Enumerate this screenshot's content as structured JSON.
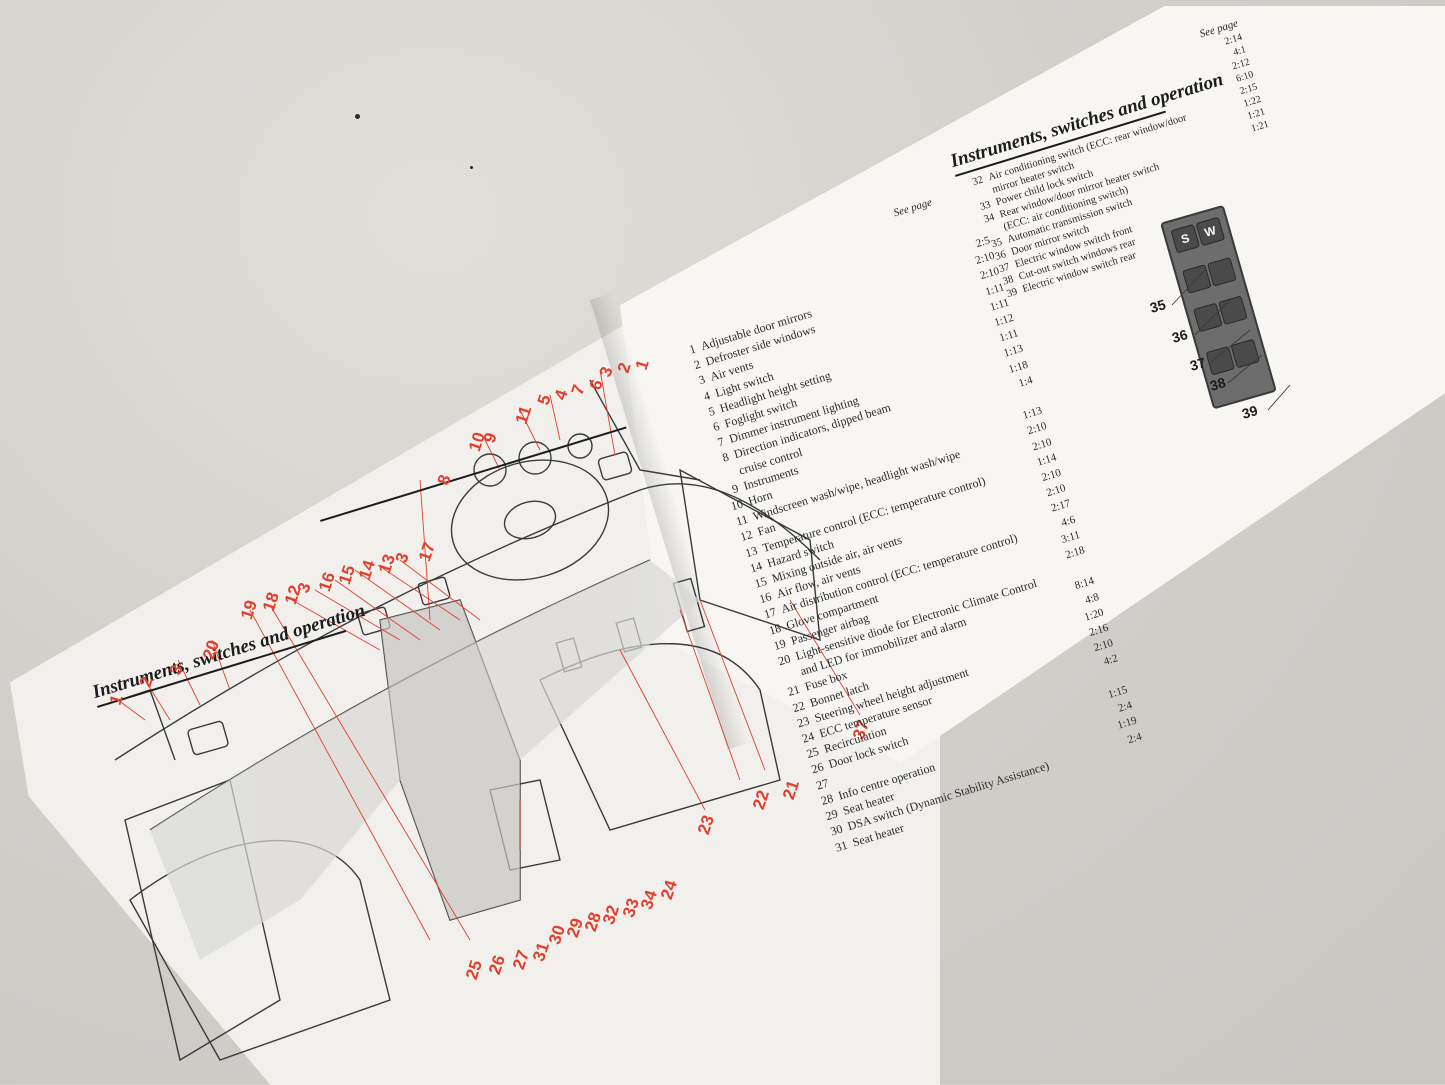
{
  "image": {
    "subject": "Open Volvo owner's manual showing an interior line drawing with numbered callouts and a legend of instruments, switches and controls"
  },
  "left_page": {
    "heading": "Instruments, switches and operation",
    "callouts_top": [
      "19",
      "18",
      "12",
      "3",
      "16",
      "15",
      "14",
      "13",
      "3",
      "17",
      "8",
      "10",
      "9",
      "11",
      "5",
      "4",
      "7",
      "6",
      "3",
      "2",
      "1",
      "20",
      "3",
      "2",
      "1"
    ],
    "callouts_bottom": [
      "25",
      "26",
      "27",
      "31",
      "30",
      "29",
      "28",
      "32",
      "33",
      "34",
      "24",
      "23",
      "22",
      "21",
      "37"
    ],
    "callout_color": "#e2402e"
  },
  "right_page": {
    "heading": "Instruments, switches and operation",
    "see_page_label": "See page",
    "legend": [
      {
        "num": "1",
        "label": "Adjustable door mirrors",
        "page": "2:5"
      },
      {
        "num": "2",
        "label": "Defroster side windows",
        "page": "2:10"
      },
      {
        "num": "3",
        "label": "Air vents",
        "page": "2:10"
      },
      {
        "num": "4",
        "label": "Light switch",
        "page": "1:11"
      },
      {
        "num": "5",
        "label": "Headlight height setting",
        "page": "1:11"
      },
      {
        "num": "6",
        "label": "Foglight switch",
        "page": "1:12"
      },
      {
        "num": "7",
        "label": "Dimmer instrument lighting",
        "page": "1:11"
      },
      {
        "num": "8",
        "label": "Direction indicators, dipped beam",
        "page": "1:13"
      },
      {
        "num": "",
        "label": "cruise control",
        "page": "1:18"
      },
      {
        "num": "9",
        "label": "Instruments",
        "page": "1:4"
      },
      {
        "num": "10",
        "label": "Horn",
        "page": ""
      },
      {
        "num": "11",
        "label": "Windscreen wash/wipe, headlight wash/wipe",
        "page": "1:13"
      },
      {
        "num": "12",
        "label": "Fan",
        "page": "2:10"
      },
      {
        "num": "13",
        "label": "Temperature control (ECC: temperature control)",
        "page": "2:10"
      },
      {
        "num": "14",
        "label": "Hazard switch",
        "page": "1:14"
      },
      {
        "num": "15",
        "label": "Mixing outside air, air vents",
        "page": "2:10"
      },
      {
        "num": "16",
        "label": "Air flow, air vents",
        "page": "2:10"
      },
      {
        "num": "17",
        "label": "Air distribution control (ECC: temperature control)",
        "page": "2:17"
      },
      {
        "num": "18",
        "label": "Glove compartment",
        "page": "4:6"
      },
      {
        "num": "19",
        "label": "Passenger airbag",
        "page": "3:11"
      },
      {
        "num": "20",
        "label": "Light-sensitive diode for Electronic Climate Control",
        "page": "2:18"
      },
      {
        "num": "",
        "label": "and LED for immobilizer and alarm",
        "page": ""
      },
      {
        "num": "21",
        "label": "Fuse box",
        "page": "8:14"
      },
      {
        "num": "22",
        "label": "Bonnet latch",
        "page": "4:8"
      },
      {
        "num": "23",
        "label": "Steering wheel height adjustment",
        "page": "1:20"
      },
      {
        "num": "24",
        "label": "ECC temperature sensor",
        "page": "2:16"
      },
      {
        "num": "25",
        "label": "Recirculation",
        "page": "2:10"
      },
      {
        "num": "26",
        "label": "Door lock switch",
        "page": "4:2"
      },
      {
        "num": "27",
        "label": "",
        "page": ""
      },
      {
        "num": "28",
        "label": "Info centre operation",
        "page": "1:15"
      },
      {
        "num": "29",
        "label": "Seat heater",
        "page": "2:4"
      },
      {
        "num": "30",
        "label": "DSA switch (Dynamic Stability Assistance)",
        "page": "1:19"
      },
      {
        "num": "31",
        "label": "Seat heater",
        "page": "2:4"
      }
    ],
    "legend_top": [
      {
        "num": "32",
        "label": "Air conditioning switch (ECC: rear window/door",
        "page": "2:14"
      },
      {
        "num": "",
        "label": "mirror heater switch",
        "page": "4:1"
      },
      {
        "num": "33",
        "label": "Power child lock switch",
        "page": "2:12"
      },
      {
        "num": "34",
        "label": "Rear window/door mirror heater switch",
        "page": "6:10"
      },
      {
        "num": "",
        "label": "(ECC: air conditioning switch)",
        "page": "2:15"
      },
      {
        "num": "35",
        "label": "Automatic transmission switch",
        "page": "1:22"
      },
      {
        "num": "36",
        "label": "Door mirror switch",
        "page": "1:21"
      },
      {
        "num": "37",
        "label": "Electric window switch front",
        "page": "1:21"
      },
      {
        "num": "38",
        "label": "Cut-out switch windows rear",
        "page": ""
      },
      {
        "num": "39",
        "label": "Electric window switch rear",
        "page": ""
      }
    ],
    "switch_callouts": [
      "35",
      "36",
      "37",
      "38",
      "39"
    ],
    "switch_keys": [
      "S",
      "W"
    ]
  }
}
